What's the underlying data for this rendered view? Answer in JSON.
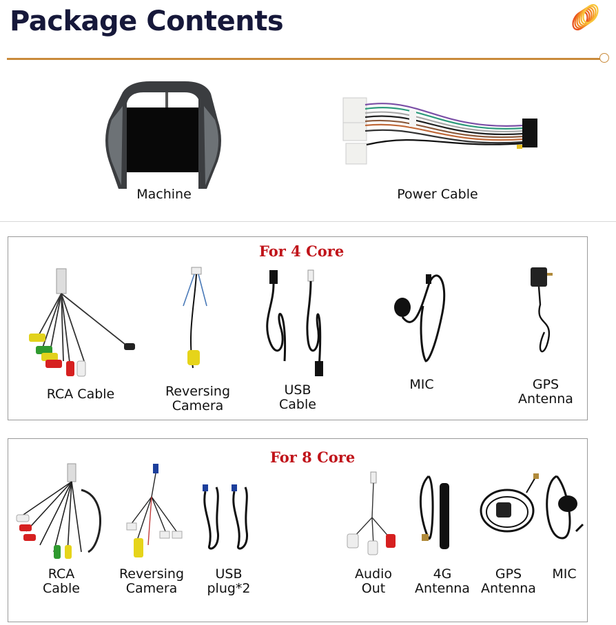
{
  "header": {
    "title": "Package Contents",
    "accent_color": "#c98a3a",
    "title_color": "#16183a",
    "logo_icon": "orange-coil-logo-icon"
  },
  "top_items": [
    {
      "label": "Machine",
      "icon": "head-unit-image"
    },
    {
      "label": "Power Cable",
      "icon": "power-harness-image"
    }
  ],
  "four_core": {
    "title": "For 4 Core",
    "title_color": "#c0141a",
    "items": [
      {
        "label": "RCA Cable",
        "icon": "rca-cable-image"
      },
      {
        "label": "Reversing\nCamera",
        "icon": "reversing-camera-cable-image"
      },
      {
        "label": "USB\nCable",
        "icon": "usb-cable-image"
      },
      {
        "label": "MIC",
        "icon": "mic-image"
      },
      {
        "label": "GPS\nAntenna",
        "icon": "gps-antenna-image"
      }
    ]
  },
  "eight_core": {
    "title": "For 8 Core",
    "title_color": "#c0141a",
    "items": [
      {
        "label": "RCA\nCable",
        "icon": "rca-cable-image"
      },
      {
        "label": "Reversing\nCamera",
        "icon": "reversing-camera-cable-image"
      },
      {
        "label": "USB\nplug*2",
        "icon": "usb-plug-image"
      },
      {
        "label": "Audio\nOut",
        "icon": "audio-out-cable-image"
      },
      {
        "label": "4G\nAntenna",
        "icon": "4g-antenna-image"
      },
      {
        "label": "GPS\nAntenna",
        "icon": "gps-antenna-image"
      },
      {
        "label": "MIC",
        "icon": "mic-image"
      }
    ]
  }
}
